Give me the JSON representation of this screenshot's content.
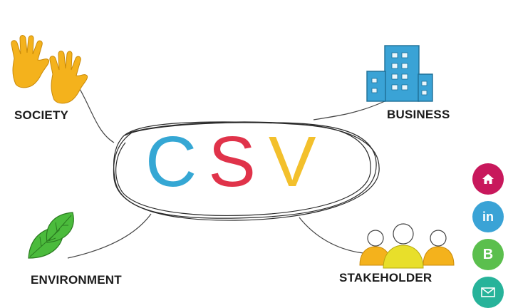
{
  "diagram": {
    "center_letters": [
      "C",
      "S",
      "V"
    ],
    "nodes": {
      "society": "SOCIETY",
      "business": "BUSINESS",
      "environment": "ENVIRONMENT",
      "stakeholder": "STAKEHOLDER"
    }
  },
  "side_buttons": {
    "blog_letter": "B",
    "linkedin_text": "in"
  },
  "colors": {
    "csv_c": "#35a7d4",
    "csv_s": "#e0334a",
    "csv_v": "#f3c02c",
    "home_button": "#c8185c",
    "linkedin_button": "#3aa3d6",
    "blog_button": "#5bbf4d",
    "mail_button": "#27b39a"
  },
  "icons": [
    "hands-icon",
    "building-icon",
    "leaves-icon",
    "people-icon",
    "home-icon",
    "linkedin-icon",
    "blog-icon",
    "mail-icon"
  ]
}
